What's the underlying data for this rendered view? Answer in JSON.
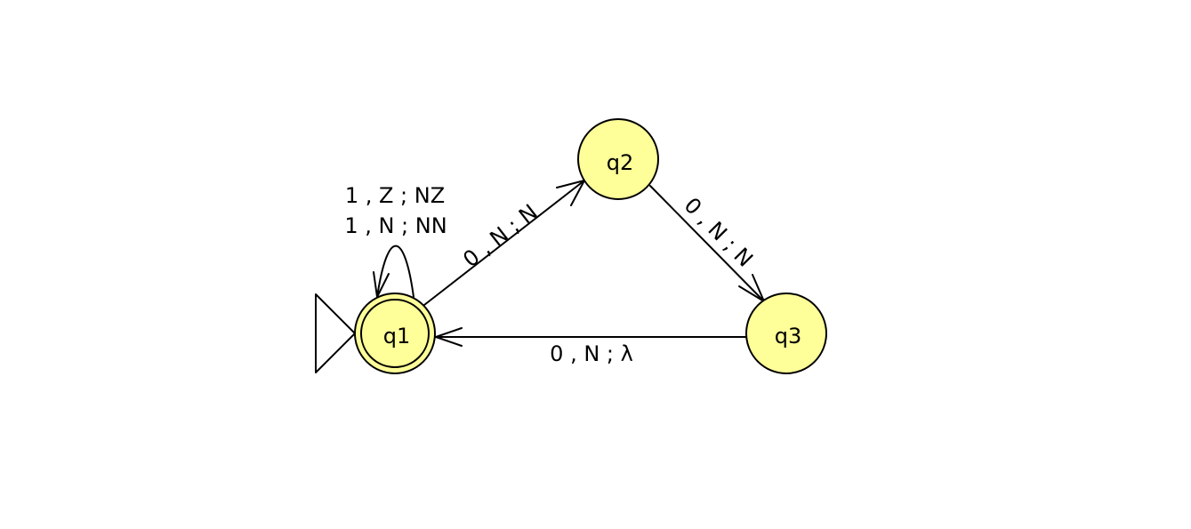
{
  "colors": {
    "state_fill": "#ffff99",
    "stroke": "#000000",
    "background": "#ffffff"
  },
  "states": [
    {
      "id": "q1",
      "label": "q1",
      "initial": true,
      "final": true
    },
    {
      "id": "q2",
      "label": "q2",
      "initial": false,
      "final": false
    },
    {
      "id": "q3",
      "label": "q3",
      "initial": false,
      "final": false
    }
  ],
  "transitions": [
    {
      "from": "q1",
      "to": "q1",
      "labels": [
        "1 , Z ; NZ",
        "1 , N ; NN"
      ]
    },
    {
      "from": "q1",
      "to": "q2",
      "labels": [
        "0 , N ; N"
      ]
    },
    {
      "from": "q2",
      "to": "q3",
      "labels": [
        "0 , N ; N"
      ]
    },
    {
      "from": "q3",
      "to": "q1",
      "labels": [
        "0 , N ; λ"
      ]
    }
  ]
}
